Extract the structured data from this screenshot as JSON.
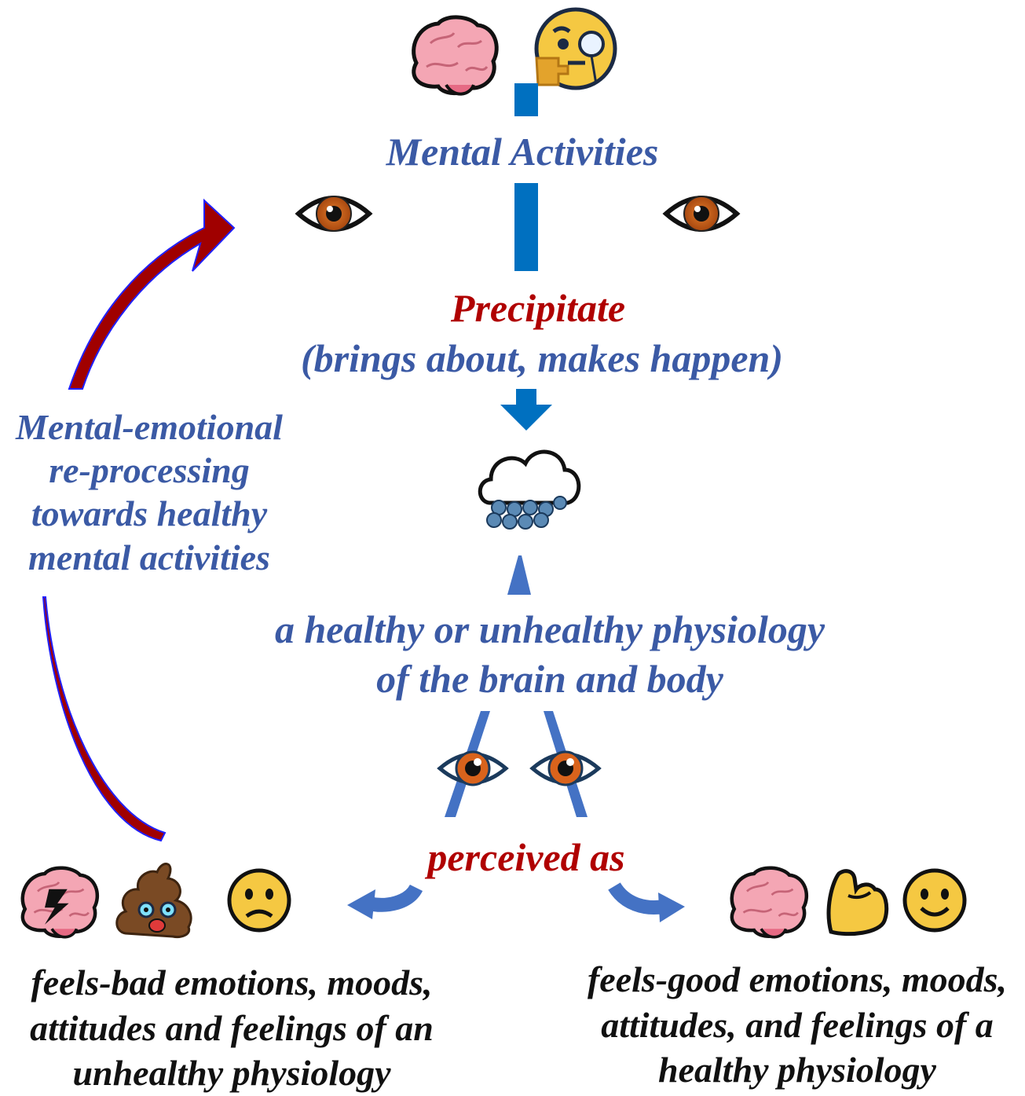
{
  "top_label": "Mental Activities",
  "precipitate": {
    "title": "Precipitate",
    "subtitle": "(brings about, makes happen)"
  },
  "physiology": {
    "line1": "a healthy or unhealthy physiology",
    "line2": "of the brain and body"
  },
  "perceived_label": "perceived as",
  "reprocessing": {
    "line1": "Mental-emotional",
    "line2": "re-processing",
    "line3": "towards healthy",
    "line4": "mental activities"
  },
  "feels_bad": {
    "line1": "feels-bad emotions, moods,",
    "line2": "attitudes and feelings of an",
    "line3": "unhealthy physiology"
  },
  "feels_good": {
    "line1": "feels-good emotions, moods,",
    "line2": "attitudes, and feelings of a",
    "line3": "healthy physiology"
  },
  "colors": {
    "text_blue": "#3b5aa5",
    "text_red": "#b00000",
    "connector_blue": "#0070c0",
    "arrow_light_blue": "#4472c4",
    "feedback_arrow_red": "#a00000",
    "feedback_arrow_outline": "#2020ff"
  },
  "icons": [
    "brain-icon",
    "thinking-monocle-face-icon",
    "eye-icon",
    "cloud-snow-icon",
    "brain-lightning-icon",
    "pile-of-poo-icon",
    "frowning-face-icon",
    "flexed-biceps-icon",
    "smiling-face-icon"
  ]
}
